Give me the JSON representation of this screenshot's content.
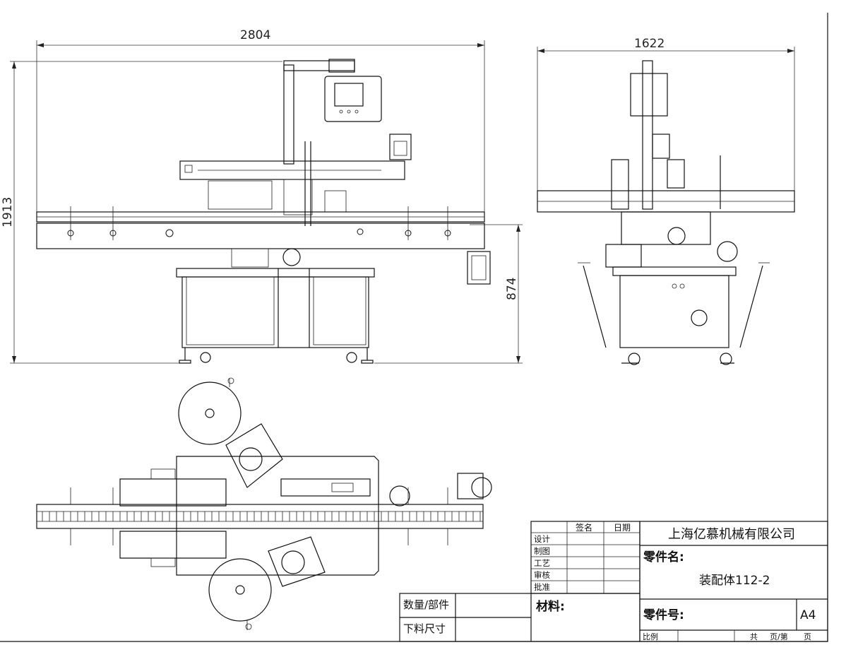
{
  "dimensions": {
    "front_width": "2804",
    "front_height": "1913",
    "table_height": "874",
    "side_width": "1622"
  },
  "title_block": {
    "col_sign": "签名",
    "col_date": "日期",
    "rows": [
      "设计",
      "制图",
      "工艺",
      "审核",
      "批准"
    ],
    "company": "上海亿慕机械有限公司",
    "part_name_label": "零件名:",
    "part_name": "装配体112-2",
    "material_label": "材料:",
    "part_no_label": "零件号:",
    "paper_size": "A4",
    "qty_label": "数量/部件",
    "cut_size_label": "下料尺寸",
    "scale_label": "比例",
    "total_label": "共",
    "page_label": "页/第",
    "page_suffix": "页"
  }
}
